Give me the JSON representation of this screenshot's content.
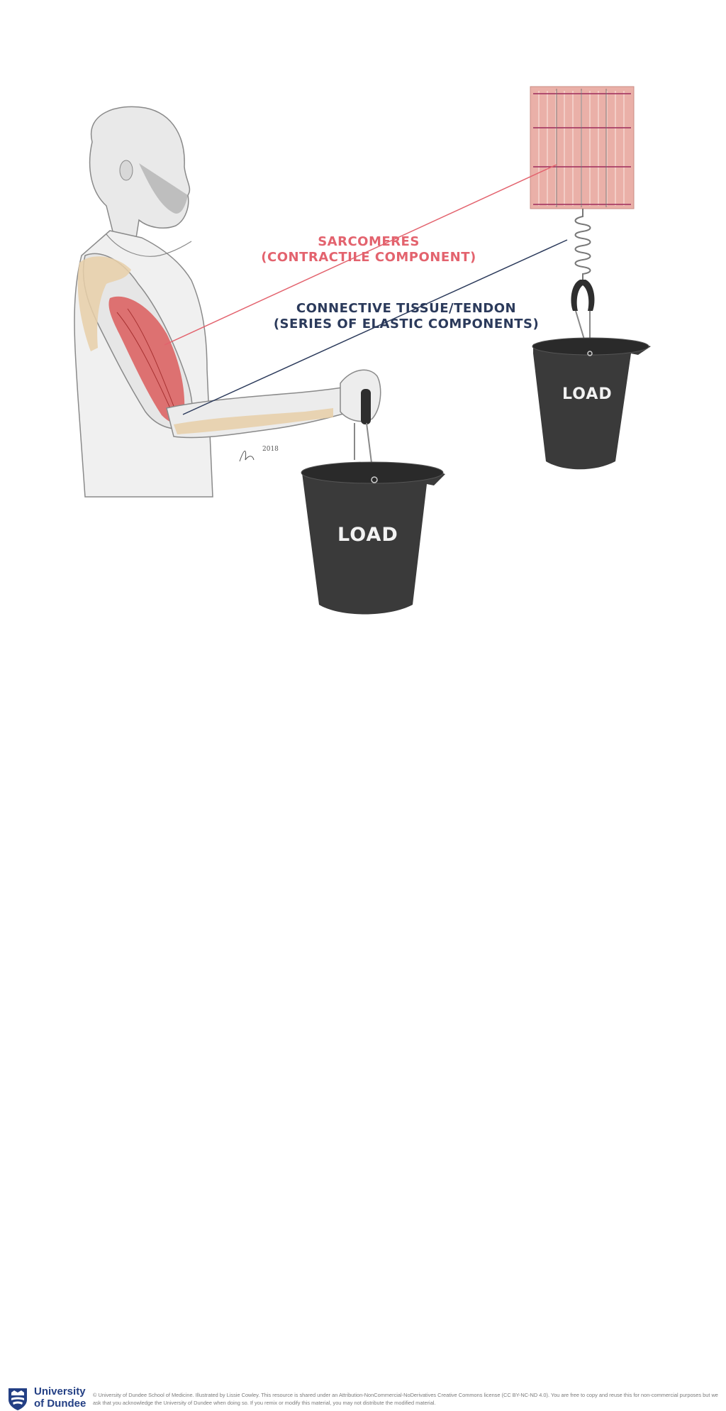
{
  "labels": {
    "sarcomeres_line1": "SARCOMERES",
    "sarcomeres_line2": "(CONTRACTILE COMPONENT)",
    "connective_line1": "CONNECTIVE TISSUE/TENDON",
    "connective_line2": "(SERIES OF ELASTIC COMPONENTS)",
    "load_large": "LOAD",
    "load_small": "LOAD",
    "signature": "2018"
  },
  "footer": {
    "logo_line1": "University",
    "logo_line2": "of Dundee",
    "copyright": "© University of Dundee School of Medicine. Illustrated by Lissie Cowley. This resource is shared under an Attribution-NonCommercial-NoDerivatives Creative Commons license (CC BY-NC-ND 4.0). You are free to copy and reuse this for non-commercial purposes but we ask that you acknowledge the University of Dundee when doing so. If you remix or modify this material, you may not distribute the modified material."
  },
  "colors": {
    "sarcomere_accent": "#e3636e",
    "connective_accent": "#2b3a5b",
    "bucket": "#3a3a3a",
    "brand": "#233f84"
  }
}
